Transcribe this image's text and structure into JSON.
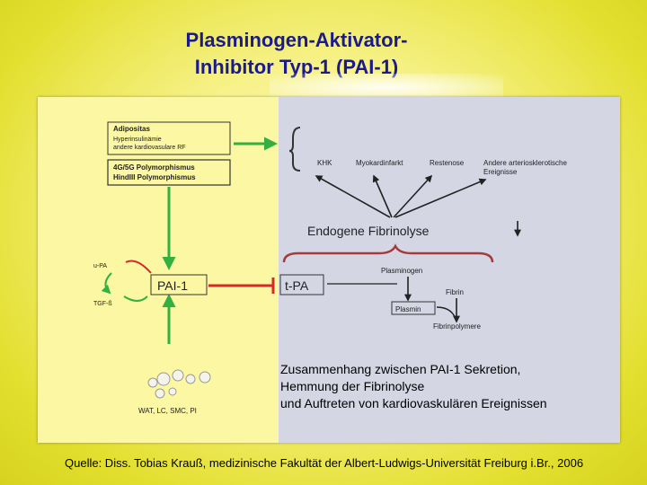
{
  "title": {
    "line1": "Plasminogen-Aktivator-",
    "line2": "Inhibitor Typ-1 (PAI-1)"
  },
  "diagram": {
    "box_top": {
      "line1": "Adipositas",
      "line2": "Hyperinsulinämie",
      "line3": "andere kardiovasulare RF"
    },
    "box_poly": {
      "line1": "4G/5G Polymorphismus",
      "line2": "HindIII Polymorphismus"
    },
    "pai1": "PAI-1",
    "tpa": "t-PA",
    "upa": "u-PA",
    "tgf": "TGF-ß",
    "cells": "WAT, LC, SMC, PI",
    "khk": "KHK",
    "myokardinfarkt": "Myokardinfarkt",
    "restenose": "Restenose",
    "andere_line1": "Andere arteriosklerotische",
    "andere_line2": "Ereignisse",
    "fibrinolyse": "Endogene Fibrinolyse",
    "plasminogen": "Plasminogen",
    "plasmin": "Plasmin",
    "fibrin": "Fibrin",
    "fibrinpolymere": "Fibrinpolymere"
  },
  "caption": {
    "line1": "Zusammenhang zwischen PAI-1 Sekretion,",
    "line2": "Hemmung der Fibrinolyse",
    "line3": "und Auftreten von kardiovaskulären Ereignissen"
  },
  "source": "Quelle: Diss. Tobias Krauß, medizinische Fakultät der Albert-Ludwigs-Universität Freiburg i.Br., 2006",
  "colors": {
    "green": "#33b040",
    "red": "#d42a2a",
    "title": "#1a1a8c"
  }
}
